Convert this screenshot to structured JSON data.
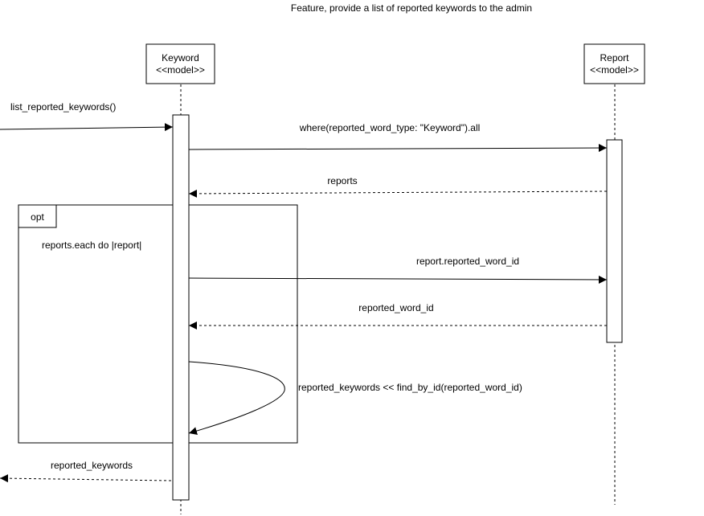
{
  "title": "Feature, provide a list of reported keywords to the admin",
  "lifelines": [
    {
      "name": "Keyword",
      "stereotype": "<<model>>"
    },
    {
      "name": "Report",
      "stereotype": "<<model>>"
    }
  ],
  "messages": {
    "incoming_call": "list_reported_keywords()",
    "query_call": "where(reported_word_type: \"Keyword\").all",
    "query_return": "reports",
    "loop_text": "reports.each do |report|",
    "id_call": "report.reported_word_id",
    "id_return": "reported_word_id",
    "self_call": "reported_keywords << find_by_id(reported_word_id)",
    "final_return": "reported_keywords"
  },
  "fragment": {
    "operator": "opt"
  },
  "colors": {
    "line": "#000000",
    "box_fill": "#ffffff",
    "background": "#ffffff"
  }
}
